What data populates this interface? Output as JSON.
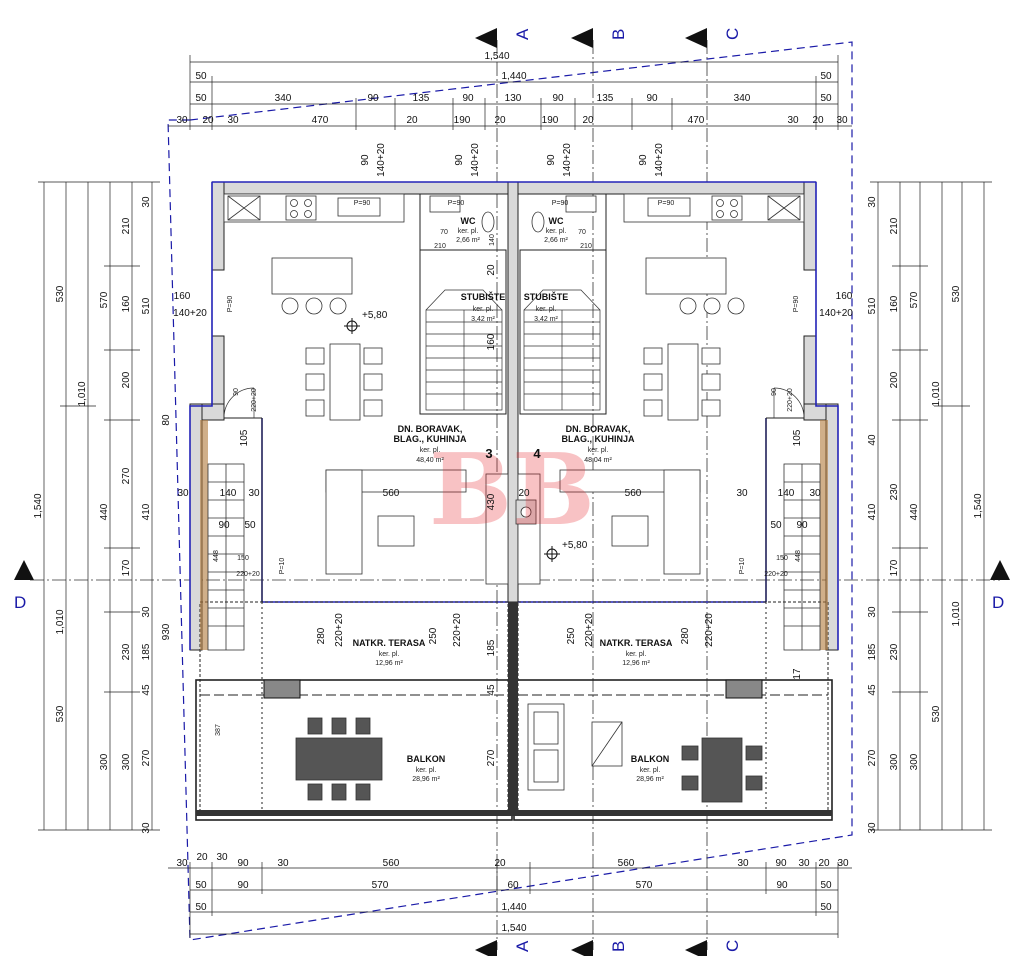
{
  "watermark": "BB",
  "section_markers": {
    "a": "A",
    "b": "B",
    "c": "C",
    "d": "D"
  },
  "unit_numbers": {
    "left": "3",
    "right": "4"
  },
  "rooms": {
    "wc_left": {
      "name": "WC",
      "sub": "ker. pl.",
      "area": "2,66 m²"
    },
    "wc_right": {
      "name": "WC",
      "sub": "ker. pl.",
      "area": "2,66 m²"
    },
    "stair_left": {
      "name": "STUBIŠTE",
      "sub": "ker. pl.",
      "area": "3,42 m²"
    },
    "stair_right": {
      "name": "STUBIŠTE",
      "sub": "ker. pl.",
      "area": "3,42 m²"
    },
    "living_left": {
      "name1": "DN. BORAVAK,",
      "name2": "BLAG., KUHINJA",
      "sub": "ker. pl.",
      "area": "48,40 m²"
    },
    "living_right": {
      "name1": "DN. BORAVAK,",
      "name2": "BLAG., KUHINJA",
      "sub": "ker. pl.",
      "area": "48,04 m²"
    },
    "terrace_left": {
      "name": "NATKR. TERASA",
      "sub": "ker. pl.",
      "area": "12,96 m²"
    },
    "terrace_right": {
      "name": "NATKR. TERASA",
      "sub": "ker. pl.",
      "area": "12,96 m²"
    },
    "balcony_left": {
      "name": "BALKON",
      "sub": "ker. pl.",
      "area": "28,96 m²"
    },
    "balcony_right": {
      "name": "BALKON",
      "sub": "ker. pl.",
      "area": "28,96 m²"
    }
  },
  "levels": {
    "left": "+5,80",
    "right": "+5,80"
  },
  "top_dims": {
    "row1": [
      "1,540"
    ],
    "row2": [
      "50",
      "1,440",
      "50"
    ],
    "row3": [
      "50",
      "340",
      "90",
      "135",
      "90",
      "130",
      "90",
      "135",
      "90",
      "340",
      "50"
    ],
    "row4": [
      "30",
      "20",
      "30",
      "470",
      "20",
      "190",
      "20",
      "190",
      "20",
      "470",
      "30",
      "20",
      "30"
    ]
  },
  "bottom_dims": {
    "row1": [
      "30",
      "20",
      "30",
      "90",
      "30",
      "560",
      "20",
      "560",
      "30",
      "90",
      "30",
      "20",
      "30"
    ],
    "row2": [
      "50",
      "90",
      "570",
      "60",
      "570",
      "90",
      "50"
    ],
    "row3": [
      "50",
      "1,440",
      "50"
    ],
    "row4": [
      "1,540"
    ]
  },
  "left_dims": {
    "outer": "1,540",
    "col2": [
      "530",
      "1,010"
    ],
    "col3": [
      "570",
      "440",
      "300"
    ],
    "col4": [
      "210",
      "160",
      "200",
      "270",
      "170",
      "230",
      "300"
    ],
    "col5": [
      "30",
      "510",
      "80",
      "410",
      "30",
      "185",
      "45",
      "270",
      "30"
    ],
    "mid": [
      "1,010",
      "930",
      "530"
    ]
  },
  "right_dims": {
    "outer": "1,540",
    "col2": [
      "530",
      "1,010",
      "1,010",
      "530"
    ],
    "col3": [
      "570",
      "440",
      "300"
    ],
    "col4": [
      "210",
      "160",
      "200",
      "230",
      "170",
      "230",
      "300"
    ],
    "col5": [
      "30",
      "510",
      "40",
      "410",
      "30",
      "185",
      "45",
      "270",
      "30"
    ]
  },
  "inner_labels": {
    "window_marks": [
      "90",
      "140+20",
      "90",
      "140+20",
      "90",
      "140+20",
      "90",
      "140+20"
    ],
    "left_side": [
      "160",
      "140+20",
      "P=90",
      "90",
      "220+20",
      "105",
      "30",
      "140",
      "30",
      "90",
      "50",
      "150",
      "220+20",
      "P=10",
      "448"
    ],
    "right_side": [
      "160",
      "140+20",
      "P=90",
      "90",
      "220+20",
      "105",
      "30",
      "140",
      "30",
      "90",
      "50",
      "150",
      "220+20",
      "P=10",
      "448"
    ],
    "center": [
      "560",
      "20",
      "560",
      "430",
      "160",
      "20",
      "280",
      "220+20",
      "250",
      "220+20",
      "250",
      "220+20",
      "280",
      "220+20",
      "185",
      "45",
      "270",
      "387",
      "17"
    ],
    "wc": [
      "P=90",
      "P=90",
      "70",
      "70",
      "210",
      "210",
      "140"
    ],
    "kitchen": [
      "P=90",
      "P=90"
    ]
  }
}
